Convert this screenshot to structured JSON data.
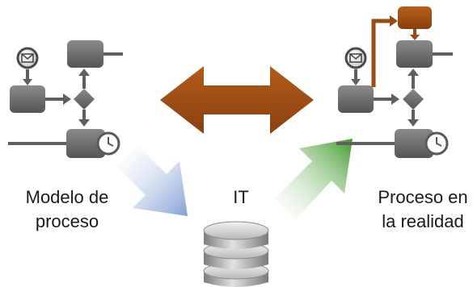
{
  "labels": {
    "model_line1": "Modelo de",
    "model_line2": "proceso",
    "it": "IT",
    "real_line1": "Proceso en",
    "real_line2": "la realidad"
  },
  "colors": {
    "box_gray": "#6e6e6e",
    "line_gray": "#5f5f5f",
    "brown": "#9a4a12",
    "brown_light": "#c06a2a",
    "blue_arrow": "#9fb6dd",
    "green_arrow": "#5aa43a",
    "database": "#a9a9a9"
  },
  "icons": {
    "start_event": "envelope-circle-icon",
    "timer_event": "clock-icon",
    "gateway": "diamond-gateway-icon",
    "sync": "double-headed-arrow-icon",
    "model_to_it": "blue-diagonal-arrow-icon",
    "it_to_reality": "green-diagonal-arrow-icon",
    "it": "database-icon"
  }
}
